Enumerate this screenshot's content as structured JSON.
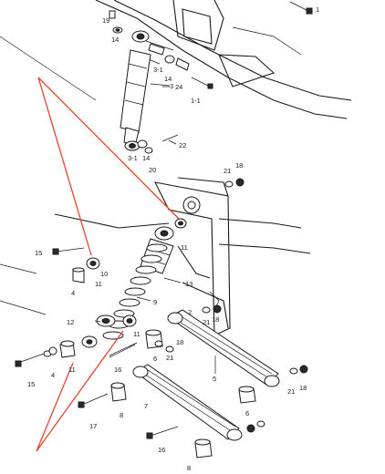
{
  "colors": {
    "ink": "#1a1a1a",
    "arrow": "#e8432e",
    "paper": "#ffffff"
  },
  "callouts": [
    {
      "id": "c1",
      "text": "1"
    },
    {
      "id": "c19",
      "text": "19"
    },
    {
      "id": "c14a",
      "text": "14"
    },
    {
      "id": "c14b",
      "text": "14"
    },
    {
      "id": "c31a",
      "text": "3-1"
    },
    {
      "id": "c24",
      "text": "24"
    },
    {
      "id": "c11a",
      "text": "1-1"
    },
    {
      "id": "c3",
      "text": "3"
    },
    {
      "id": "c22",
      "text": "22"
    },
    {
      "id": "c31b",
      "text": "3-1"
    },
    {
      "id": "c14c",
      "text": "14"
    },
    {
      "id": "c20",
      "text": "20"
    },
    {
      "id": "c21a",
      "text": "21"
    },
    {
      "id": "c18a",
      "text": "18"
    },
    {
      "id": "c11b",
      "text": "11"
    },
    {
      "id": "c15a",
      "text": "15"
    },
    {
      "id": "c10",
      "text": "10"
    },
    {
      "id": "c4a",
      "text": "4"
    },
    {
      "id": "c11c",
      "text": "11"
    },
    {
      "id": "c13",
      "text": "13"
    },
    {
      "id": "c9",
      "text": "9"
    },
    {
      "id": "c12",
      "text": "12"
    },
    {
      "id": "c2",
      "text": "2"
    },
    {
      "id": "c18b",
      "text": "18"
    },
    {
      "id": "c21b",
      "text": "21"
    },
    {
      "id": "c11d",
      "text": "11"
    },
    {
      "id": "c6a",
      "text": "6"
    },
    {
      "id": "c21c",
      "text": "21"
    },
    {
      "id": "c18c",
      "text": "18"
    },
    {
      "id": "c15b",
      "text": "15"
    },
    {
      "id": "c4b",
      "text": "4"
    },
    {
      "id": "c11e",
      "text": "11"
    },
    {
      "id": "c16a",
      "text": "16"
    },
    {
      "id": "c5",
      "text": "5"
    },
    {
      "id": "c21d",
      "text": "21"
    },
    {
      "id": "c18d",
      "text": "18"
    },
    {
      "id": "c17",
      "text": "17"
    },
    {
      "id": "c8a",
      "text": "8"
    },
    {
      "id": "c7",
      "text": "7"
    },
    {
      "id": "c6b",
      "text": "6"
    },
    {
      "id": "c16b",
      "text": "16"
    },
    {
      "id": "c8b",
      "text": "8"
    }
  ]
}
